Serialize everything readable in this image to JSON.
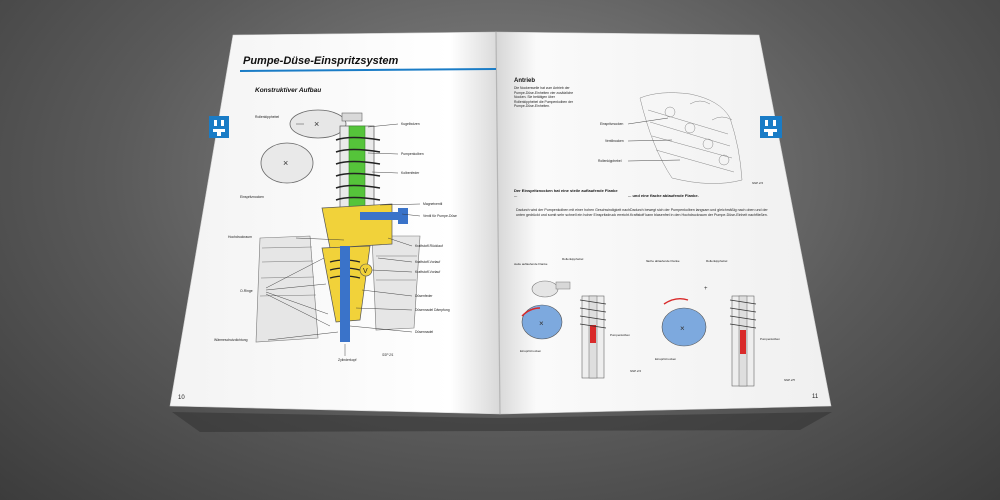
{
  "left_page": {
    "title": "Pumpe-Düse-Einspritzsystem",
    "subtitle": "Konstruktiver Aufbau",
    "page_number": "10",
    "fig_code": "SSP 2/1",
    "labels_right": [
      "Kugelbolzen",
      "Pumpenkolben",
      "Kolbenfeder",
      "Magnetventil",
      "Ventil für Pumpe-Düse",
      "Kraftstoff-Rücklauf",
      "Kraftstoff-Vorlauf",
      "Kraftstoff-Vorlauf",
      "Düsenfeder",
      "Düsennadel Dämpfung",
      "Düsennadel"
    ],
    "labels_left": [
      "Rollenkipphebel",
      "Einspritznocken",
      "Hochdruckraum",
      "O-Ringe",
      "Wärmeschutzdichtung"
    ],
    "label_bottom": "Zylinderkopf",
    "tab_icon": "injector-icon"
  },
  "right_page": {
    "heading": "Antrieb",
    "intro": "Die Nockenwelle hat zum Antrieb der Pumpe-Düse-Einheiten vier zusätzliche Nocken. Sie betätigen über Rollenkipphebel die Pumpenkolben der Pumpe-Düse-Einheiten.",
    "engine_labels": [
      "Einspritznocken",
      "Ventilnocken",
      "Rollenkipphebel"
    ],
    "engine_fig": "SSP 2/3",
    "col1_heading": "Der Einspritznocken hat eine steile auflaufende Flanke ...",
    "col1_text": "Dadurch wird der Pumpenkolben mit einer hohen Geschwindigkeit nach unten gedrückt und somit sehr schnell ein hoher Einspritzdruck erreicht.",
    "col2_heading": "... und eine flache ablaufende Flanke.",
    "col2_text": "Dadurch bewegt sich der Pumpenkolben langsam und gleichmäßig nach oben und der Kraftstoff kann blasenfrei in den Hochdruckraum der Pumpe-Düse-Einheit nachfließen.",
    "fig1_labels": [
      "steile auflaufende Flanke",
      "Rollenkipphebel",
      "Einspritznocken",
      "Pumpenkolben"
    ],
    "fig1_code": "SSP 2/4",
    "fig2_labels": [
      "flache ablaufende Flanke",
      "Rollenkipphebel",
      "Einspritznocken",
      "Pumpenkolben"
    ],
    "fig2_code": "SSP 2/5",
    "page_number": "11",
    "tab_icon": "injector-icon"
  },
  "colors": {
    "accent_blue": "#1a7cc6",
    "fuel_green": "#55c43a",
    "fuel_yellow": "#f1d23a",
    "fuel_blue": "#3a73c9",
    "cam_blue": "#7da9de",
    "piston_red": "#d92a2a"
  }
}
